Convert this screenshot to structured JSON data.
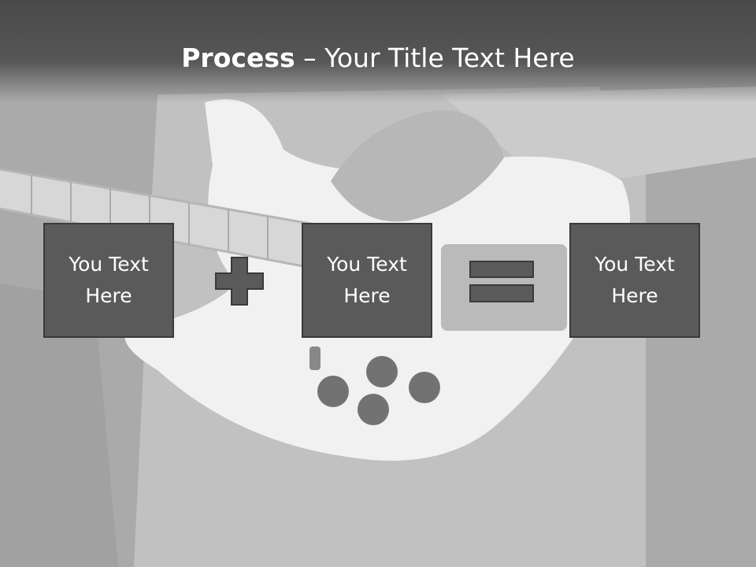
{
  "slide": {
    "title_bold": "Process",
    "title_rest": " – Your Title Text Here",
    "boxes": [
      {
        "label": "You Text Here"
      },
      {
        "label": "You Text Here"
      },
      {
        "label": "You Text Here"
      }
    ],
    "operators": [
      "plus-icon",
      "equals-icon"
    ],
    "background": "grayscale bass guitar photo",
    "colors": {
      "box_fill": "#5a5a5a",
      "box_border": "#3a3a3a",
      "title_bar": "#4a4a4a",
      "text": "#ffffff"
    }
  }
}
